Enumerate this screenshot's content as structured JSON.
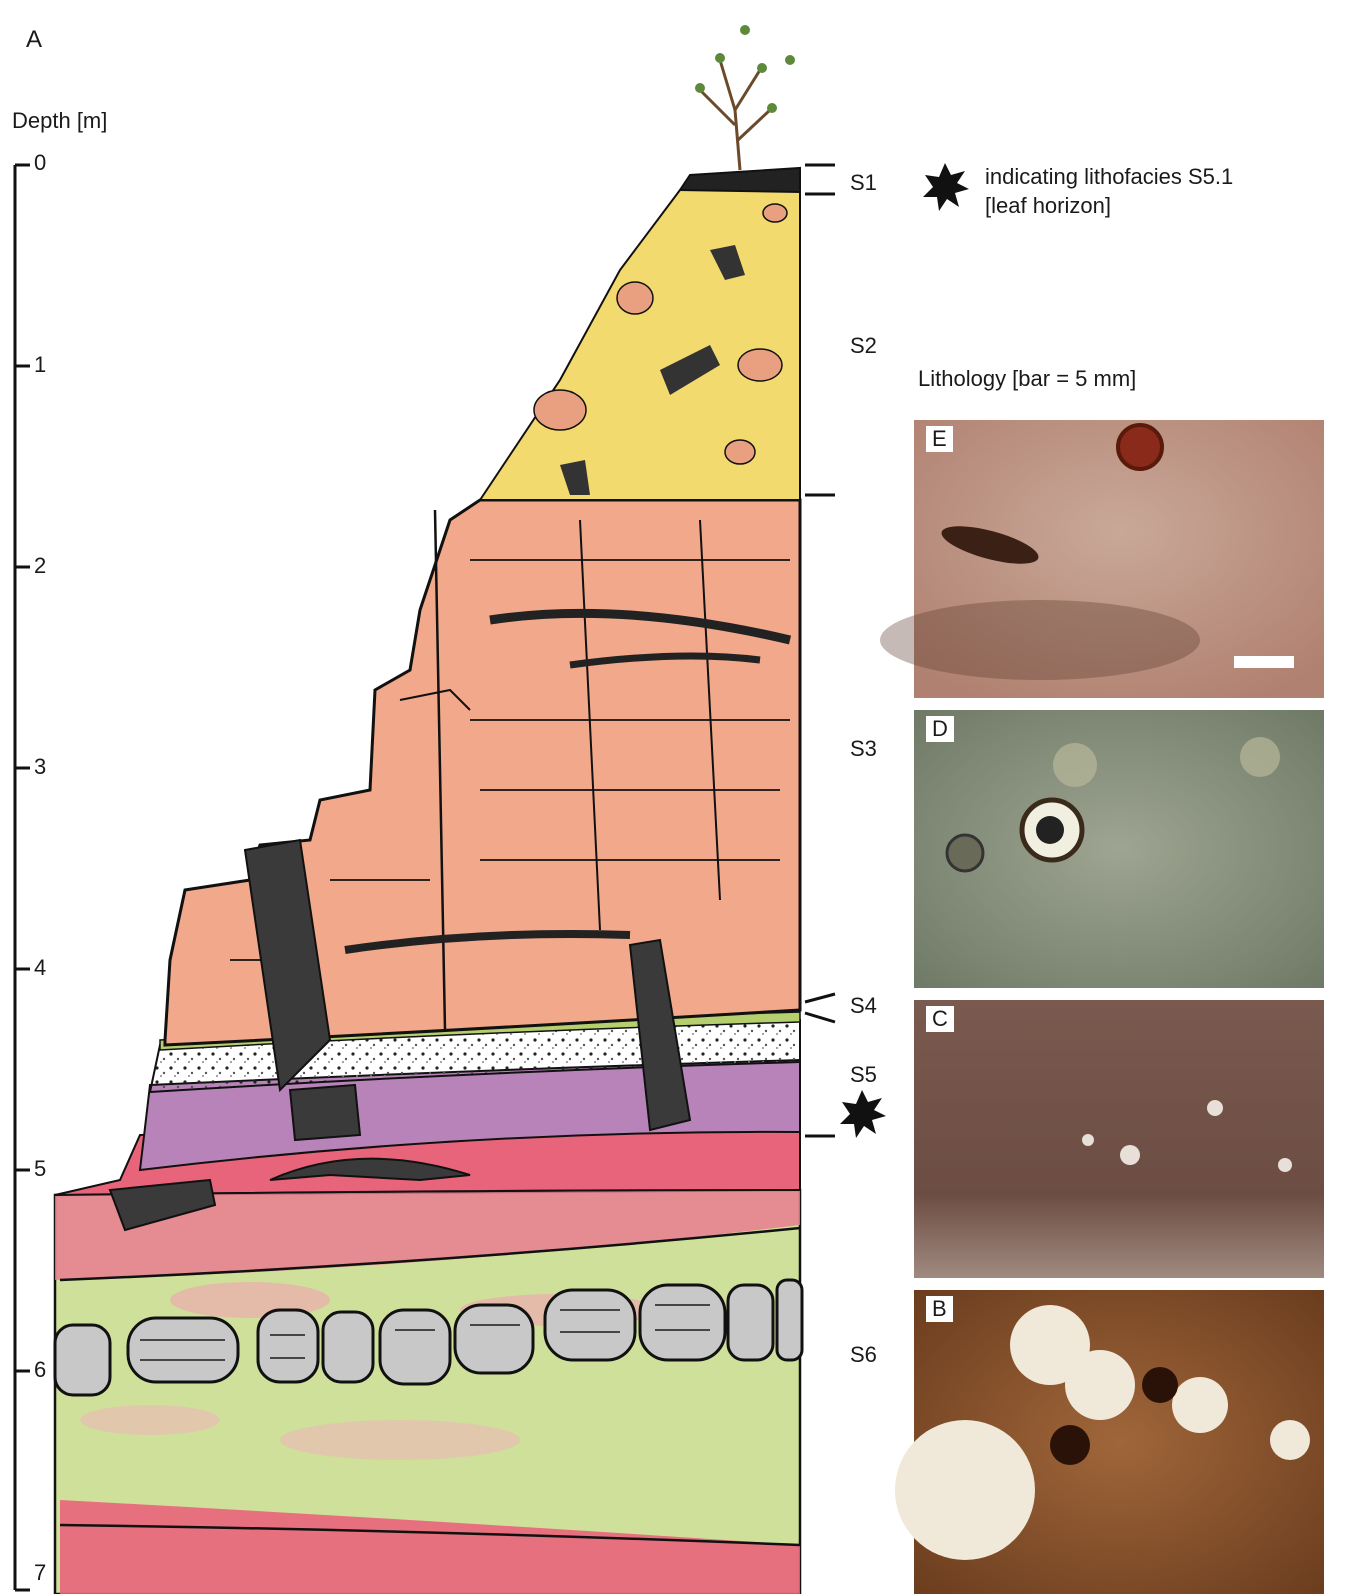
{
  "panel_label": "A",
  "depth_axis": {
    "title": "Depth [m]",
    "ticks": [
      "0",
      "1",
      "2",
      "3",
      "4",
      "5",
      "6",
      "7"
    ]
  },
  "units": {
    "S1": "S1",
    "S2": "S2",
    "S3": "S3",
    "S4": "S4",
    "S5": "S5",
    "S6": "S6"
  },
  "legend": {
    "star_line1": "indicating lithofacies S5.1",
    "star_line2": "[leaf horizon]"
  },
  "lithology": {
    "title": "Lithology [bar = 5 mm]",
    "panels": [
      {
        "letter": "E"
      },
      {
        "letter": "D"
      },
      {
        "letter": "C"
      },
      {
        "letter": "B"
      }
    ]
  },
  "colors": {
    "yellow_fill": "#f3da6e",
    "salmon_fill": "#f2a88a",
    "purple_fill": "#b883b8",
    "red_fill": "#e8647a",
    "green_fill": "#c9dc8a",
    "dark_fill": "#3a3a3a"
  }
}
